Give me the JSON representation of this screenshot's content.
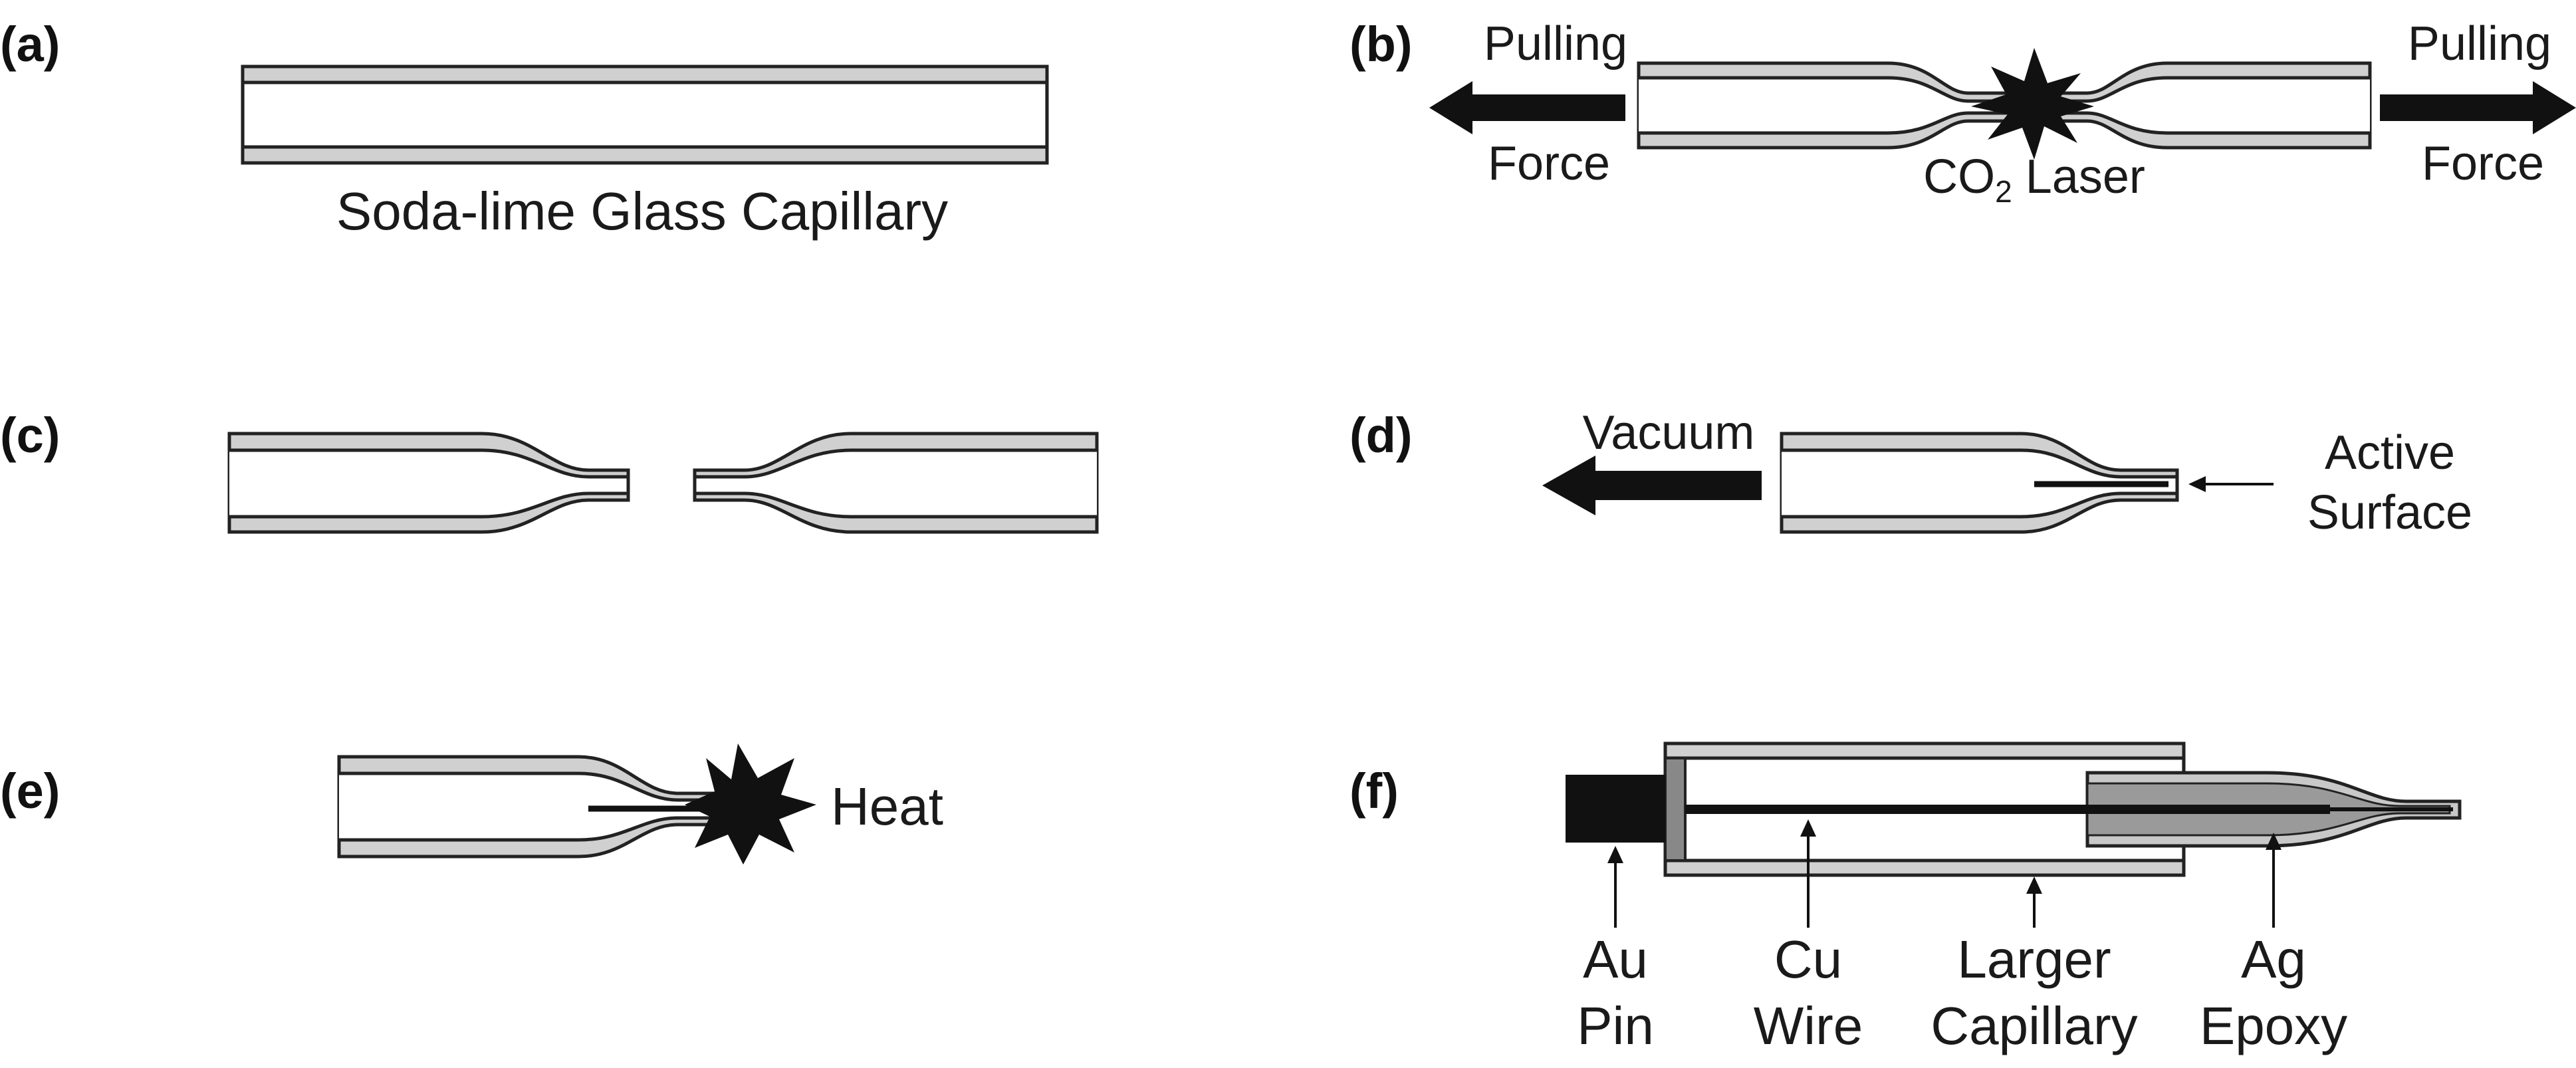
{
  "panels": {
    "a": {
      "label": "(a)",
      "caption": "Soda-lime Glass Capillary"
    },
    "b": {
      "label": "(b)",
      "left_force_line1": "Pulling",
      "left_force_line2": "Force",
      "right_force_line1": "Pulling",
      "right_force_line2": "Force",
      "laser_prefix": "CO",
      "laser_subscript": "2",
      "laser_suffix": " Laser"
    },
    "c": {
      "label": "(c)"
    },
    "d": {
      "label": "(d)",
      "vacuum": "Vacuum",
      "active_line1": "Active",
      "active_line2": "Surface"
    },
    "e": {
      "label": "(e)",
      "heat": "Heat"
    },
    "f": {
      "label": "(f)",
      "parts": [
        {
          "line1": "Au",
          "line2": "Pin"
        },
        {
          "line1": "Cu",
          "line2": "Wire"
        },
        {
          "line1": "Larger",
          "line2": "Capillary"
        },
        {
          "line1": "Ag",
          "line2": "Epoxy"
        }
      ]
    }
  },
  "colors": {
    "glass_wall": "#d0d0d0",
    "epoxy": "#9a9a9a",
    "outline": "#222222",
    "arrow": "#111111"
  }
}
